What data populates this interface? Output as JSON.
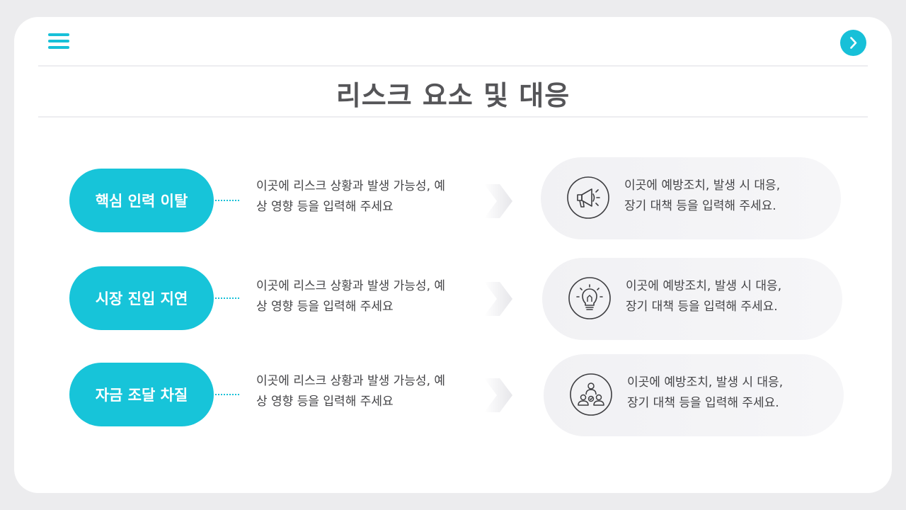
{
  "toolbar": {
    "menu_icon": "hamburger-menu-icon",
    "next_icon": "chevron-right-icon",
    "accent": "#17c4d9"
  },
  "header": {
    "title": "리스크 요소 및 대응"
  },
  "risks": [
    {
      "label": "핵심 인력 이탈",
      "desc_line1": "이곳에 리스크 상황과 발생 가능성, 예",
      "desc_line2": "상 영향 등을 입력해 주세요",
      "icon": "megaphone-icon",
      "response_line1": "이곳에 예방조치, 발생 시 대응,",
      "response_line2": "장기 대책 등을 입력해 주세요."
    },
    {
      "label": "시장 진입 지연",
      "desc_line1": "이곳에 리스크 상황과 발생 가능성, 예",
      "desc_line2": "상 영향 등을 입력해 주세요",
      "icon": "lightbulb-icon",
      "response_line1": "이곳에 예방조치, 발생 시 대응,",
      "response_line2": "장기 대책 등을 입력해 주세요."
    },
    {
      "label": "자금 조달 차질",
      "desc_line1": "이곳에 리스크 상황과 발생 가능성, 예",
      "desc_line2": "상 영향 등을 입력해 주세요",
      "icon": "team-icon",
      "response_line1": "이곳에 예방조치, 발생 시 대응,",
      "response_line2": "장기 대책 등을 입력해 주세요."
    }
  ]
}
